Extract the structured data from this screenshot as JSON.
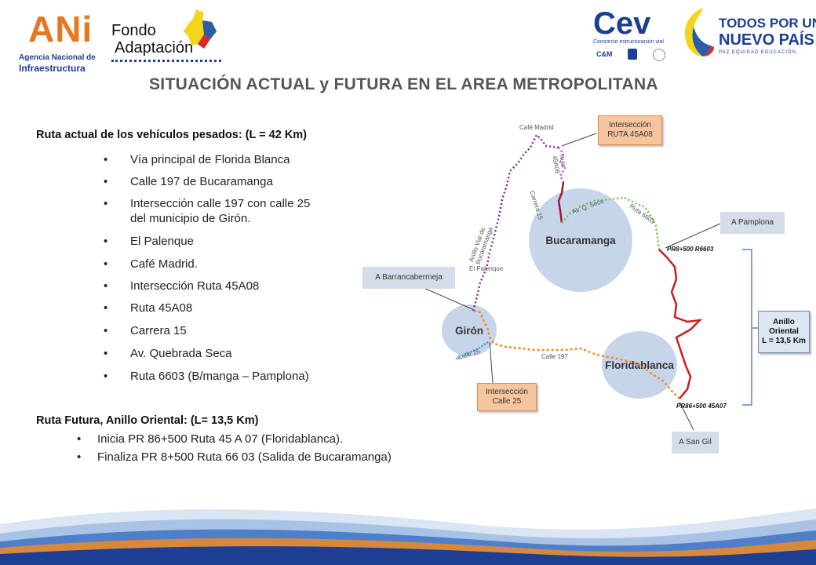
{
  "logos": {
    "ani_word": "ANi",
    "ani_sub1": "Agencia Nacional de",
    "ani_sub2": "Infraestructura",
    "fondo_line1": "Fondo",
    "fondo_line2": "Adaptación",
    "cev_word": "Cev",
    "cev_sub": "Consorcio estructuración vial",
    "cm": "C&M",
    "todos_line1": "TODOS POR UN",
    "todos_line2": "NUEVO PAÍS",
    "todos_line3": "PAZ  EQUIDAD  EDUCACIÓN"
  },
  "title": "SITUACIÓN ACTUAL y FUTURA EN EL AREA METROPOLITANA",
  "current_route": {
    "heading": "Ruta actual de los vehículos pesados: (L = 42 Km)",
    "items": [
      "Vía principal de Florida Blanca",
      "Calle 197  de Bucaramanga",
      "Intersección calle 197 con calle 25",
      "del municipio de Girón.",
      "El Palenque",
      "Café Madrid.",
      "Intersección Ruta 45A08",
      "Ruta 45A08",
      "Carrera 15",
      "Av. Quebrada Seca",
      "Ruta 6603 (B/manga – Pamplona)"
    ]
  },
  "future_route": {
    "heading": "Ruta Futura, Anillo Oriental: (L= 13,5 Km)",
    "items": [
      "Inicia PR 86+500 Ruta 45 A 07 (Floridablanca).",
      "Finaliza PR 8+500 Ruta 66 03 (Salida de Bucaramanga)"
    ]
  },
  "map": {
    "cities": {
      "bucaramanga": "Bucaramanga",
      "giron": "Girón",
      "floridablanca": "Floridablanca"
    },
    "boxes": {
      "interseccion_ruta_l1": "Intersección",
      "interseccion_ruta_l2": "RUTA 45A08",
      "pamplona": "A Pamplona",
      "barrancabermeja": "A Barrancabermeja",
      "anillo_l1": "Anillo",
      "anillo_l2": "Oriental",
      "anillo_l3": "L = 13,5 Km",
      "interseccion_calle_l1": "Intersección",
      "interseccion_calle_l2": "Calle 25",
      "san_gil": "A San Gil"
    },
    "labels": {
      "cafe_madrid": "Café Madrid",
      "ruta_45a08_l1": "Ruta",
      "ruta_45a08_l2": "45A08",
      "carrera_15": "Carrera 15",
      "av_q_seca": "Av. Q. Seca",
      "ruta_6603": "Ruta 6603",
      "anillo_vial_l1": "Anillo Vial de",
      "anillo_vial_l2": "Bucaramanga",
      "el_palenque": "El Palenque",
      "calle_25": "Calle 25",
      "calle_197": "Calle 197",
      "pr8": "PR8+500 R6603",
      "pr86": "PR86+500 45A07"
    },
    "colors": {
      "purple_route": "#7b2a9a",
      "magenta_route": "#e040e0",
      "red_route": "#cc1d1d",
      "green_route": "#6cc24a",
      "orange_route": "#f08a24",
      "blue_route": "#29a8e0",
      "city_fill": "#c7d5ea"
    }
  }
}
